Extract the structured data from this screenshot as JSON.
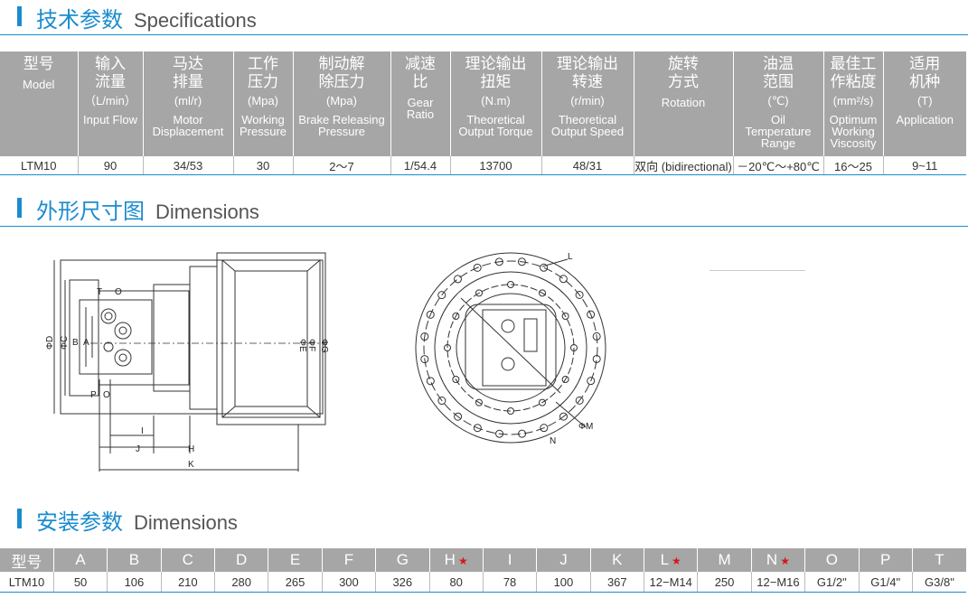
{
  "spec_section": {
    "title_zh": "技术参数",
    "title_en": "Specifications"
  },
  "dims_section": {
    "title_zh": "外形尺寸图",
    "title_en": "Dimensions"
  },
  "install_section": {
    "title_zh": "安装参数",
    "title_en": "Dimensions"
  },
  "spec_columns": [
    {
      "zh": "型号",
      "unit": "",
      "en": "Model"
    },
    {
      "zh": "输入流量",
      "unit": "（L/min）",
      "en": "Input Flow"
    },
    {
      "zh": "马达排量",
      "unit": "(ml/r)",
      "en": "Motor Displacement"
    },
    {
      "zh": "工作压力",
      "unit": "(Mpa)",
      "en": "Working Pressure"
    },
    {
      "zh": "制动解除压力",
      "unit": "(Mpa)",
      "en": "Brake Releasing Pressure"
    },
    {
      "zh": "减速比",
      "unit": "",
      "en": "Gear Ratio"
    },
    {
      "zh": "理论输出扭矩",
      "unit": "(N.m)",
      "en": "Theoretical Output Torque"
    },
    {
      "zh": "理论输出转速",
      "unit": "(r/min)",
      "en": "Theoretical Output Speed"
    },
    {
      "zh": "旋转方式",
      "unit": "",
      "en": "Rotation"
    },
    {
      "zh": "油温范围",
      "unit": "(℃)",
      "en": "Oil Temperature Range"
    },
    {
      "zh": "最佳工作粘度",
      "unit": "(mm²/s)",
      "en": "Optimum Working Viscosity"
    },
    {
      "zh": "适用机种",
      "unit": "(T)",
      "en": "Application"
    }
  ],
  "spec_zh_lines": [
    [
      "型号"
    ],
    [
      "输入",
      "流量"
    ],
    [
      "马达",
      "排量"
    ],
    [
      "工作",
      "压力"
    ],
    [
      "制动解",
      "除压力"
    ],
    [
      "减速",
      "比"
    ],
    [
      "理论输出",
      "扭矩"
    ],
    [
      "理论输出",
      "转速"
    ],
    [
      "旋转",
      "方式"
    ],
    [
      "油温",
      "范围"
    ],
    [
      "最佳工",
      "作粘度"
    ],
    [
      "适用",
      "机种"
    ]
  ],
  "spec_en_lines": [
    [
      "Model"
    ],
    [
      "Input Flow"
    ],
    [
      "Motor",
      "Displacement"
    ],
    [
      "Working",
      "Pressure"
    ],
    [
      "Brake Releasing",
      "Pressure"
    ],
    [
      "Gear",
      "Ratio"
    ],
    [
      "Theoretical",
      "Output Torque"
    ],
    [
      "Theoretical",
      "Output Speed"
    ],
    [
      "Rotation"
    ],
    [
      "Oil",
      "Temperature",
      "Range"
    ],
    [
      "Optimum",
      "Working",
      "Viscosity"
    ],
    [
      "Application"
    ]
  ],
  "spec_row": [
    "LTM10",
    "90",
    "34/53",
    "30",
    "2～7",
    "1/54.4",
    "13700",
    "48/31",
    "双向 (bidirectional)",
    "－20℃～+80℃",
    "16～25",
    "9~11"
  ],
  "side_view_labels": {
    "D": "ΦD",
    "C": "ΦC",
    "B": "B",
    "A": "A",
    "E": "ΦE",
    "F": "ΦF",
    "G": "ΦG",
    "T": "T",
    "O": "O",
    "P": "P",
    "O2": "O",
    "I": "I",
    "J": "J",
    "H": "H",
    "K": "K"
  },
  "front_view_labels": {
    "L": "L",
    "M": "ΦM",
    "N": "N"
  },
  "dim_headers": [
    {
      "label": "型号",
      "star": false
    },
    {
      "label": "A",
      "star": false
    },
    {
      "label": "B",
      "star": false
    },
    {
      "label": "C",
      "star": false
    },
    {
      "label": "D",
      "star": false
    },
    {
      "label": "E",
      "star": false
    },
    {
      "label": "F",
      "star": false
    },
    {
      "label": "G",
      "star": false
    },
    {
      "label": "H",
      "star": true
    },
    {
      "label": "I",
      "star": false
    },
    {
      "label": "J",
      "star": false
    },
    {
      "label": "K",
      "star": false
    },
    {
      "label": "L",
      "star": true
    },
    {
      "label": "M",
      "star": false
    },
    {
      "label": "N",
      "star": true
    },
    {
      "label": "O",
      "star": false
    },
    {
      "label": "P",
      "star": false
    },
    {
      "label": "T",
      "star": false
    }
  ],
  "dim_row": [
    "LTM10",
    "50",
    "106",
    "210",
    "280",
    "265",
    "300",
    "326",
    "80",
    "78",
    "100",
    "367",
    "12−M14",
    "250",
    "12−M16",
    "G1/2\"",
    "G1/4\"",
    "G3/8\""
  ],
  "colors": {
    "accent": "#1b8ccf",
    "header_bg": "#a6a6a6",
    "star": "#d6161b"
  }
}
